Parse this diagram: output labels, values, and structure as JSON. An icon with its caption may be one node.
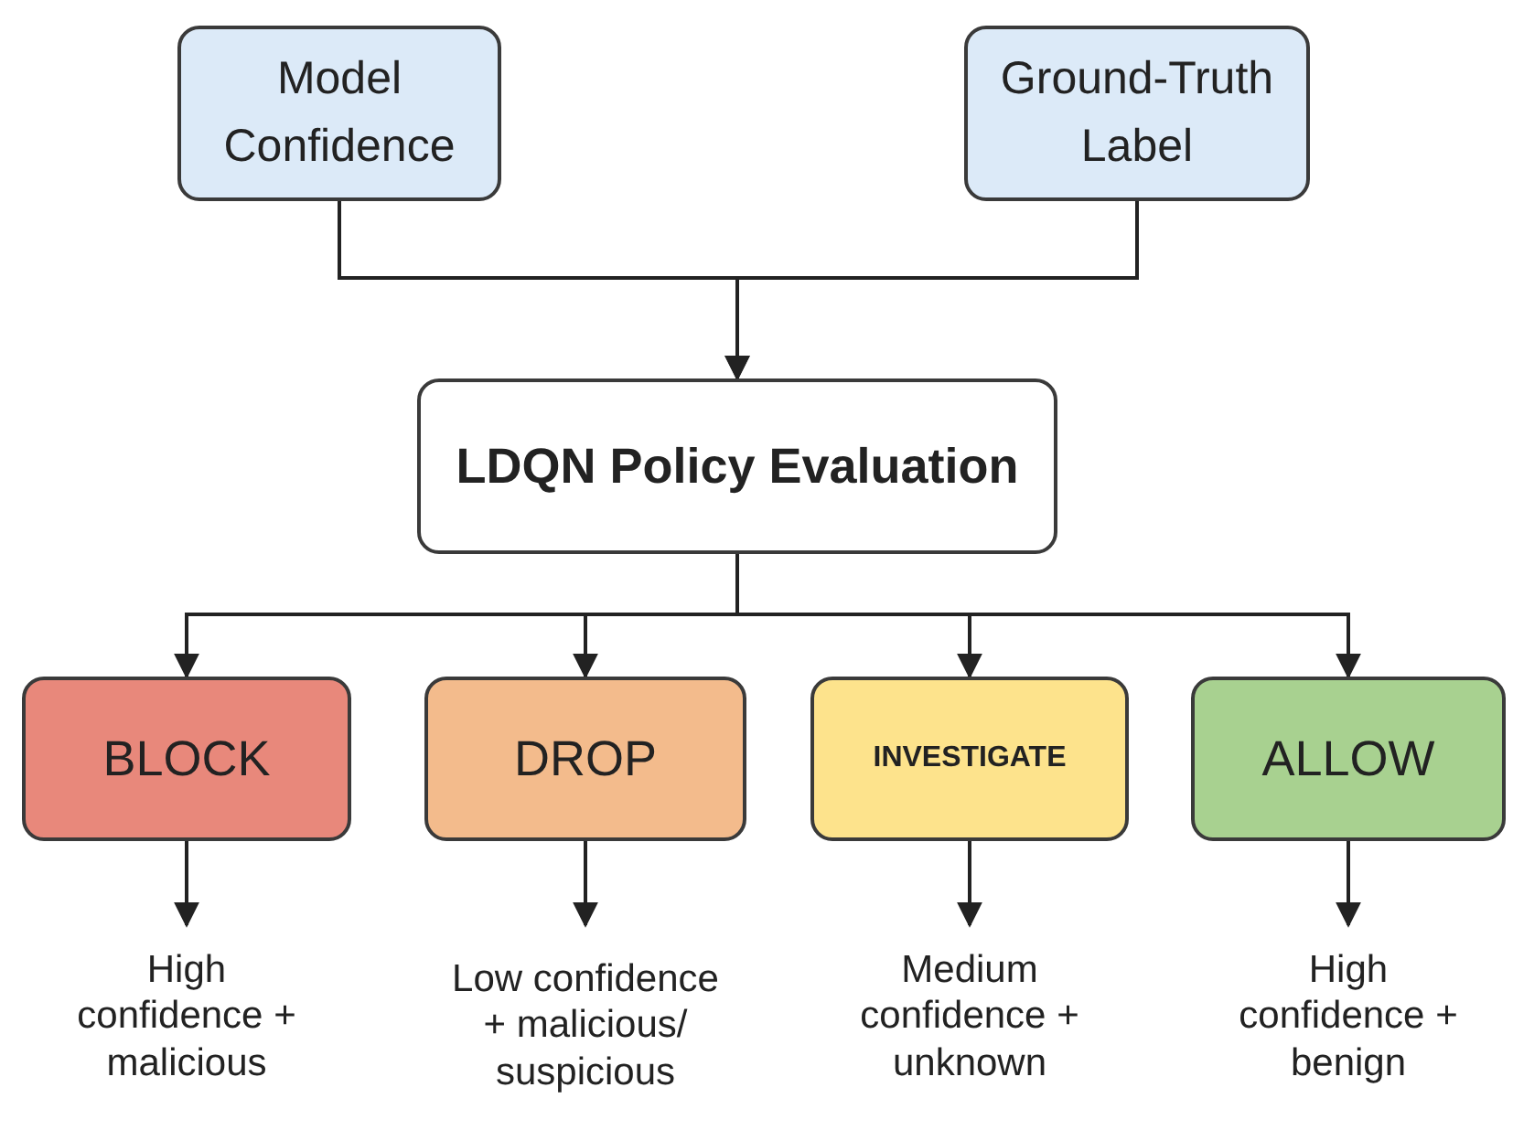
{
  "diagram": {
    "nodes": [
      {
        "text": [
          "Model Confidence"
        ]
      },
      {
        "text": [
          "Ground-Truth Label"
        ]
      },
      {
        "text": [
          "LDQN Policy Evaluation"
        ]
      },
      {
        "text": [
          "BLOCK"
        ]
      },
      {
        "text": [
          "DROP"
        ]
      },
      {
        "text": [
          "INVESTIGATE"
        ]
      },
      {
        "text": [
          "ALLOW"
        ]
      },
      {
        "text": [
          "High confidence + malicious"
        ]
      },
      {
        "text": [
          "Low confidence + malicious/ suspicious"
        ]
      },
      {
        "text": [
          "Medium confidence + unknown"
        ]
      },
      {
        "text": [
          "High confidence + benign"
        ]
      }
    ],
    "edges": [
      {
        "from": 0,
        "to": 2,
        "arrow": "to"
      },
      {
        "from": 1,
        "to": 2,
        "arrow": "to"
      },
      {
        "from": 2,
        "to": 3,
        "arrow": "to"
      },
      {
        "from": 2,
        "to": 4,
        "arrow": "to"
      },
      {
        "from": 2,
        "to": 5,
        "arrow": "to"
      },
      {
        "from": 2,
        "to": 6,
        "arrow": "to"
      },
      {
        "from": 3,
        "to": 7,
        "arrow": "to"
      },
      {
        "from": 4,
        "to": 8,
        "arrow": "to"
      },
      {
        "from": 5,
        "to": 9,
        "arrow": "to"
      },
      {
        "from": 6,
        "to": 10,
        "arrow": "to"
      }
    ]
  }
}
